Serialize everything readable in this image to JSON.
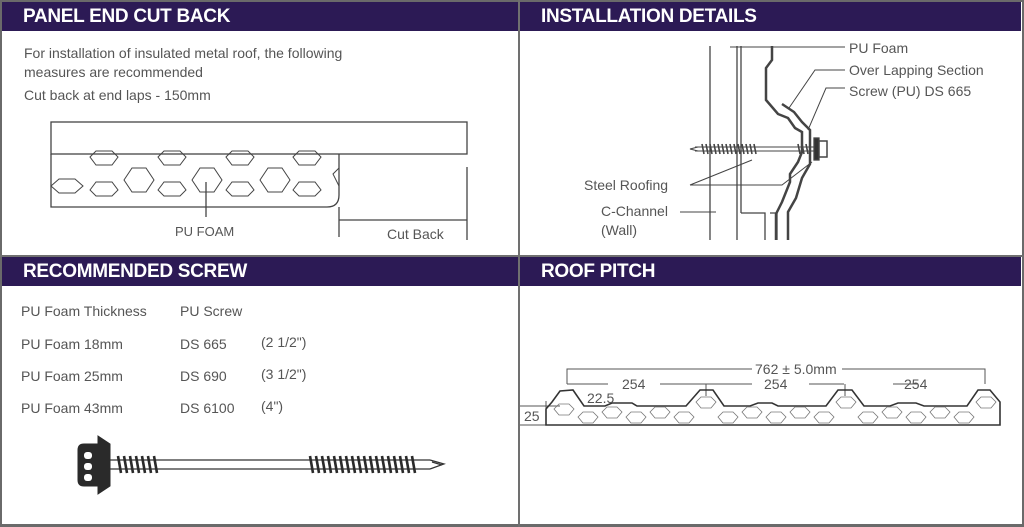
{
  "panels": {
    "panel_end_cut_back": {
      "title": "PANEL END CUT BACK",
      "intro_line1": "For installation of insulated metal roof, the following",
      "intro_line2": "measures are recommended",
      "cut_back_note": "Cut back at end laps - 150mm",
      "labels": {
        "foam": "PU FOAM",
        "cut_back": "Cut Back"
      }
    },
    "installation_details": {
      "title": "INSTALLATION DETAILS",
      "labels": {
        "pu_foam": "PU Foam",
        "over_lapping": "Over Lapping Section",
        "screw": "Screw (PU) DS 665",
        "steel_roofing": "Steel Roofing",
        "c_channel": "C-Channel",
        "wall": "(Wall)"
      }
    },
    "recommended_screw": {
      "title": "RECOMMENDED SCREW",
      "columns": [
        "PU Foam Thickness",
        "PU Screw",
        ""
      ],
      "rows": [
        [
          "PU Foam 18mm",
          "DS 665",
          "(2 1/2\")"
        ],
        [
          "PU Foam 25mm",
          "DS 690",
          "(3 1/2\")"
        ],
        [
          "PU Foam 43mm",
          "DS 6100",
          "(4\")"
        ]
      ]
    },
    "roof_pitch": {
      "title": "ROOF PITCH",
      "dimensions": {
        "total": "762 ± 5.0mm",
        "pitch_1": "254",
        "pitch_2": "254",
        "pitch_3": "254",
        "rib_height": "22.5",
        "thickness": "25"
      }
    }
  },
  "colors": {
    "header_bg": "#2c1a55",
    "header_text": "#ffffff",
    "line": "#444444",
    "text": "#555555"
  }
}
